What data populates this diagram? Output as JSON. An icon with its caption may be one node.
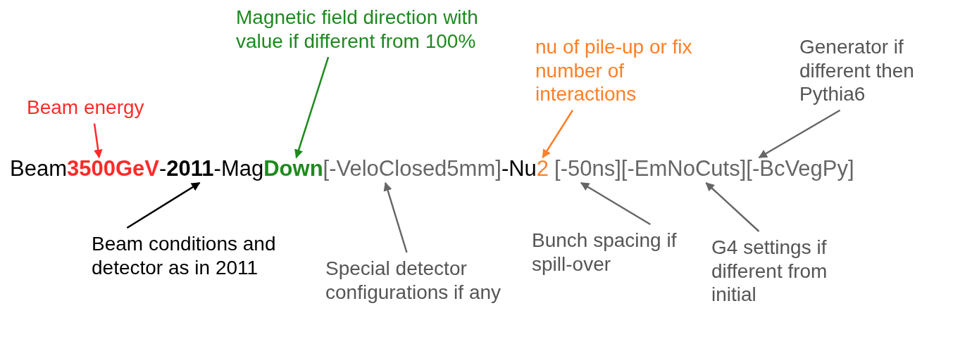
{
  "diagram": {
    "nodes": [
      {
        "text": [
          "Magnetic field direction with value if different from 100%"
        ]
      },
      {
        "text": [
          "nu of pile-up or fix number of interactions"
        ]
      },
      {
        "text": [
          "Generator if different then Pythia6"
        ]
      },
      {
        "text": [
          "Beam energy"
        ]
      },
      {
        "text": [
          "3500GeV"
        ]
      },
      {
        "text": [
          "2011"
        ]
      },
      {
        "text": [
          "Down"
        ]
      },
      {
        "text": [
          "[-VeloClosed5mm]"
        ]
      },
      {
        "text": [
          "2"
        ]
      },
      {
        "text": [
          "[-50ns]"
        ]
      },
      {
        "text": [
          "[-EmNoCuts]"
        ]
      },
      {
        "text": [
          "[-BcVegPy]"
        ]
      },
      {
        "text": [
          "Beam conditions and detector as in 2011"
        ]
      },
      {
        "text": [
          "Special detector configurations if any"
        ]
      },
      {
        "text": [
          "Bunch spacing if spill-over"
        ]
      },
      {
        "text": [
          "G4 settings if different from initial"
        ]
      }
    ],
    "edges": [
      {
        "from": 3,
        "to": 4,
        "arrow": "to",
        "color": "#ff2a2a"
      },
      {
        "from": 0,
        "to": 6,
        "arrow": "to",
        "color": "#1e8a1e"
      },
      {
        "from": 1,
        "to": 8,
        "arrow": "to",
        "color": "#ff7f27"
      },
      {
        "from": 2,
        "to": 11,
        "arrow": "to"
      },
      {
        "from": 12,
        "to": 5,
        "arrow": "to",
        "color": "#000000"
      },
      {
        "from": 13,
        "to": 7,
        "arrow": "to"
      },
      {
        "from": 14,
        "to": 9,
        "arrow": "to"
      },
      {
        "from": 15,
        "to": 10,
        "arrow": "to"
      }
    ],
    "labels": [
      "Beam",
      "-",
      "-Mag",
      "-Nu"
    ]
  }
}
